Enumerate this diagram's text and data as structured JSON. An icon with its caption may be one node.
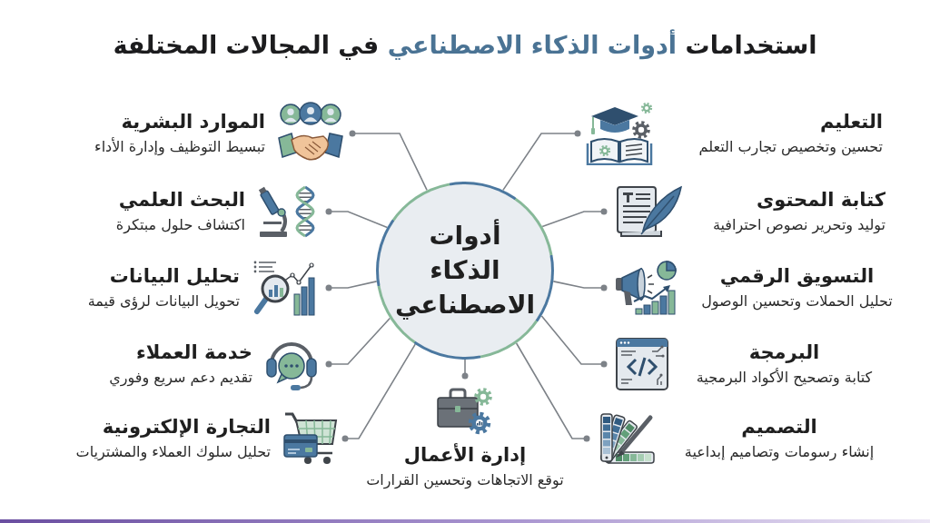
{
  "diagram": {
    "title": "استخدامات **أدوات الذكاء الاصطناعي** في المجالات المختلفة",
    "nodes": [
      {
        "text": [
          "أدوات الذكاء الاصطناعي"
        ]
      },
      {
        "text": [
          "التعليم",
          "تحسين وتخصيص تجارب التعلم"
        ]
      },
      {
        "text": [
          "كتابة المحتوى",
          "توليد وتحرير نصوص احترافية"
        ]
      },
      {
        "text": [
          "التسويق الرقمي",
          "تحليل الحملات وتحسين الوصول"
        ]
      },
      {
        "text": [
          "البرمجة",
          "كتابة وتصحيح الأكواد البرمجية"
        ]
      },
      {
        "text": [
          "التصميم",
          "إنشاء رسومات وتصاميم إبداعية"
        ]
      },
      {
        "text": [
          "الموارد البشرية",
          "تبسيط التوظيف وإدارة الأداء"
        ]
      },
      {
        "text": [
          "البحث العلمي",
          "اكتشاف حلول مبتكرة"
        ]
      },
      {
        "text": [
          "تحليل البيانات",
          "تحويل البيانات لرؤى قيمة"
        ]
      },
      {
        "text": [
          "خدمة العملاء",
          "تقديم دعم سريع وفوري"
        ]
      },
      {
        "text": [
          "التجارة الإلكترونية",
          "تحليل سلوك العملاء والمشتريات"
        ]
      },
      {
        "text": [
          "إدارة الأعمال",
          "توقع الاتجاهات وتحسين القرارات"
        ]
      }
    ],
    "edges": [
      {
        "from": 0,
        "to": 1,
        "arrow": "other"
      },
      {
        "from": 0,
        "to": 2,
        "arrow": "other"
      },
      {
        "from": 0,
        "to": 3,
        "arrow": "other"
      },
      {
        "from": 0,
        "to": 4,
        "arrow": "other"
      },
      {
        "from": 0,
        "to": 5,
        "arrow": "other"
      },
      {
        "from": 0,
        "to": 6,
        "arrow": "other"
      },
      {
        "from": 0,
        "to": 7,
        "arrow": "other"
      },
      {
        "from": 0,
        "to": 8,
        "arrow": "other"
      },
      {
        "from": 0,
        "to": 9,
        "arrow": "other"
      },
      {
        "from": 0,
        "to": 10,
        "arrow": "other"
      },
      {
        "from": 0,
        "to": 11,
        "arrow": "other"
      }
    ]
  }
}
